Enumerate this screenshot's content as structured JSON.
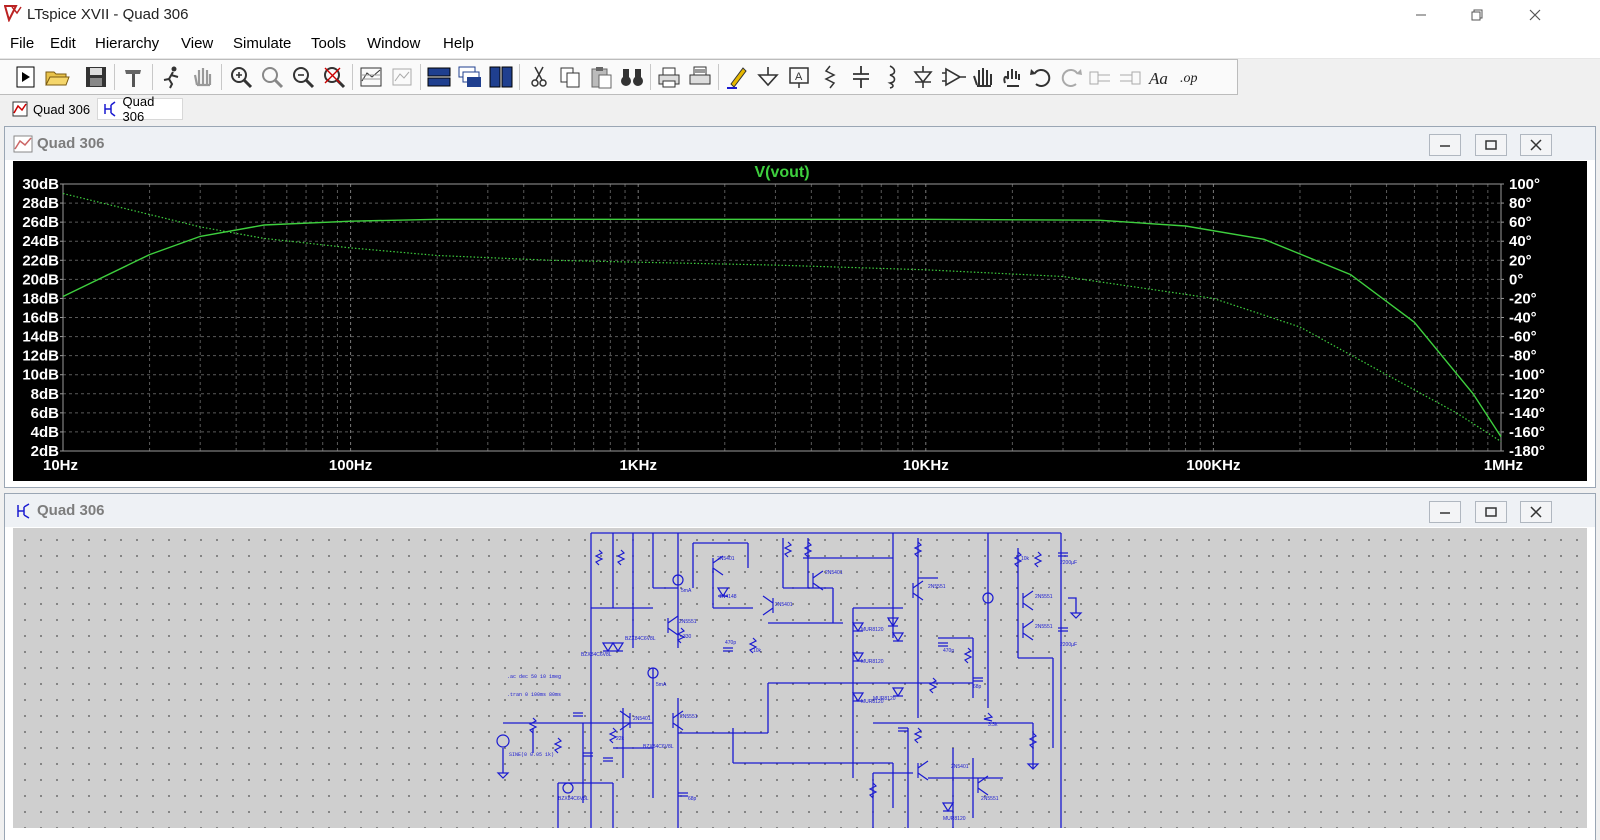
{
  "window": {
    "title": "LTspice XVII - Quad 306"
  },
  "menu": {
    "items": [
      "File",
      "Edit",
      "Hierarchy",
      "View",
      "Simulate",
      "Tools",
      "Window",
      "Help"
    ]
  },
  "tabs": [
    {
      "label": "Quad 306",
      "icon": "waveform-icon",
      "active": false
    },
    {
      "label": "Quad 306",
      "icon": "schematic-icon",
      "active": true
    }
  ],
  "plot_window": {
    "title": "Quad 306"
  },
  "schematic_window": {
    "title": "Quad 306"
  },
  "colors": {
    "trace": "#3ecf3e",
    "wire": "#1a1ad0",
    "plot_bg": "#000000",
    "schematic_bg": "#cfcfcf"
  },
  "chart_data": {
    "type": "line",
    "title": "V(vout)",
    "xscale": "log",
    "xlim": [
      10,
      1000000
    ],
    "x_ticks": [
      "10Hz",
      "100Hz",
      "1KHz",
      "10KHz",
      "100KHz",
      "1MHz"
    ],
    "y_left_ticks": [
      "30dB",
      "28dB",
      "26dB",
      "24dB",
      "22dB",
      "20dB",
      "18dB",
      "16dB",
      "14dB",
      "12dB",
      "10dB",
      "8dB",
      "6dB",
      "4dB",
      "2dB"
    ],
    "y_right_ticks": [
      "100°",
      "80°",
      "60°",
      "40°",
      "20°",
      "0°",
      "-20°",
      "-40°",
      "-60°",
      "-80°",
      "-100°",
      "-120°",
      "-140°",
      "-160°",
      "-180°"
    ],
    "ylim_left": [
      2,
      30
    ],
    "ylim_right": [
      -180,
      100
    ],
    "grid": true,
    "series": [
      {
        "kind": "magnitude",
        "style": "solid",
        "x": [
          10,
          20,
          30,
          50,
          100,
          200,
          1000,
          10000,
          40000,
          80000,
          150000,
          300000,
          500000,
          800000,
          1000000
        ],
        "y": [
          18.2,
          22.6,
          24.5,
          25.7,
          26.1,
          26.3,
          26.3,
          26.3,
          26.2,
          25.6,
          24.2,
          20.5,
          15.5,
          8.0,
          3.5
        ]
      },
      {
        "kind": "phase",
        "style": "dotted",
        "x": [
          10,
          20,
          30,
          50,
          100,
          200,
          500,
          1000,
          3000,
          10000,
          30000,
          100000,
          200000,
          400000,
          700000,
          1000000
        ],
        "y": [
          90,
          68,
          55,
          43,
          33,
          25,
          20,
          18,
          15,
          10,
          3,
          -20,
          -50,
          -100,
          -140,
          -170
        ]
      }
    ]
  },
  "schematic": {
    "labels": [
      "2N5401",
      "2N5551",
      "MUR8120",
      "BZX84C6V8L",
      "1N4148",
      "2200µF",
      "5mA",
      "470p",
      "10k",
      "3.3k",
      "330",
      "22k",
      "68p"
    ],
    "texts": [
      ".ac dec 50 10 1meg",
      ".tran 0 100ms 80ms",
      "SINE(0 0.05 1k)"
    ]
  }
}
